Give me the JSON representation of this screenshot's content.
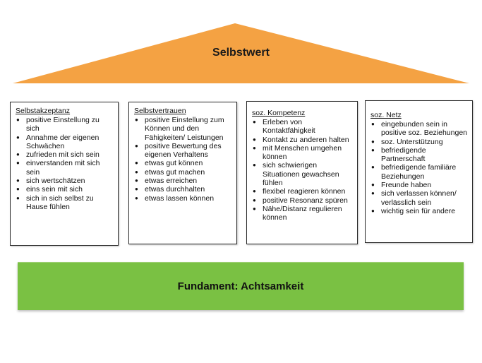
{
  "roof": {
    "title": "Selbstwert",
    "color": "#f4a243"
  },
  "pillars": [
    {
      "title": "Selbstakzeptanz",
      "items": [
        "positive Einstellung zu sich",
        "Annahme der eigenen Schwächen",
        "zufrieden mit sich sein",
        "einverstanden mit sich sein",
        "sich wertschätzen",
        "eins sein mit sich",
        "sich in sich selbst zu Hause fühlen"
      ]
    },
    {
      "title": "Selbstvertrauen",
      "items": [
        "positive Einstellung zum Können und den Fähigkeiten/ Leistungen",
        "positive Bewertung des eigenen Verhaltens",
        "etwas gut können",
        "etwas gut machen",
        "etwas erreichen",
        "etwas durchhalten",
        "etwas lassen können"
      ]
    },
    {
      "title": "soz. Kompetenz",
      "items": [
        "Erleben von Kontaktfähigkeit",
        "Kontakt zu anderen halten",
        "mit Menschen umgehen können",
        "sich schwierigen Situationen gewachsen fühlen",
        "flexibel reagieren können",
        "positive Resonanz spüren",
        "Nähe/Distanz regulieren können"
      ]
    },
    {
      "title": "soz. Netz",
      "items": [
        "eingebunden sein in positive soz. Beziehungen",
        "soz. Unterstützung",
        "befriedigende Partnerschaft",
        "befriedigende familiäre Beziehungen",
        "Freunde haben",
        "sich verlassen können/ verlässlich sein",
        "wichtig sein für andere"
      ]
    }
  ],
  "foundation": {
    "label": "Fundament: Achtsamkeit",
    "color": "#7ac143"
  }
}
